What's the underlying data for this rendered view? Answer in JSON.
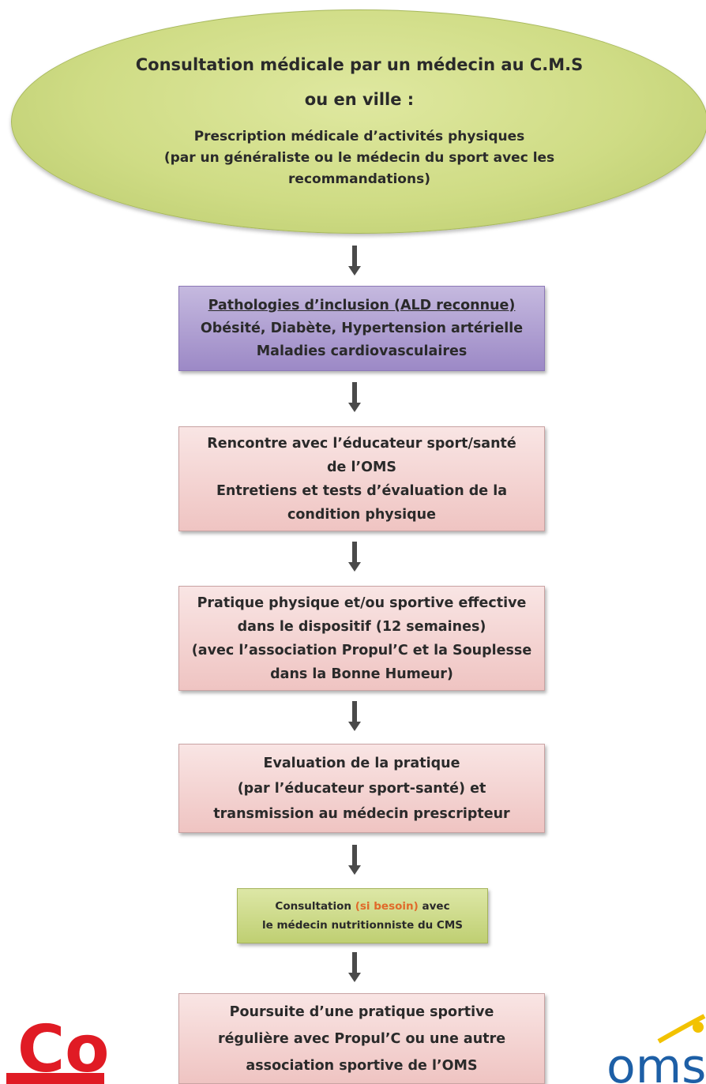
{
  "start": {
    "title_line1": "Consultation médicale par un médecin au C.M.S",
    "title_line2": "ou en ville :",
    "sub_line1": "Prescription médicale d’activités physiques",
    "sub_line2": "(par un généraliste ou le médecin du sport avec les",
    "sub_line3": "recommandations)"
  },
  "pathologies": {
    "title": "Pathologies d’inclusion (ALD reconnue)",
    "line2": "Obésité, Diabète, Hypertension artérielle",
    "line3": "Maladies cardiovasculaires"
  },
  "meeting": {
    "line1": "Rencontre avec l’éducateur sport/santé",
    "line2": "de l’OMS",
    "line3": "Entretiens et tests d’évaluation de la",
    "line4": "condition physique"
  },
  "practice": {
    "line1": "Pratique physique et/ou sportive effective",
    "line2": "dans le dispositif (12 semaines)",
    "line3": "(avec l’association Propul’C et la Souplesse",
    "line4": "dans la Bonne Humeur)"
  },
  "evaluation": {
    "line1": "Evaluation de la pratique",
    "line2": "(par l’éducateur sport-santé) et",
    "line3": "transmission au médecin prescripteur"
  },
  "consultation": {
    "prefix": "Consultation ",
    "highlight": "(si besoin)",
    "suffix": " avec",
    "line2": "le médecin nutritionniste du CMS"
  },
  "continuation": {
    "line1": "Poursuite d’une pratique sportive",
    "line2": "régulière avec Propul’C ou une autre",
    "line3": "association sportive de l’OMS"
  },
  "logos": {
    "left": "Co",
    "right": "oms"
  },
  "colors": {
    "ellipse": "#cfdc85",
    "purple_box": "#b3a5d4",
    "pink_box": "#f3d1d0",
    "green_box": "#ccdb8a",
    "highlight": "#e06a2a",
    "logo_red": "#e01b24",
    "logo_blue": "#1d5fa6",
    "logo_yellow": "#f2c200"
  }
}
